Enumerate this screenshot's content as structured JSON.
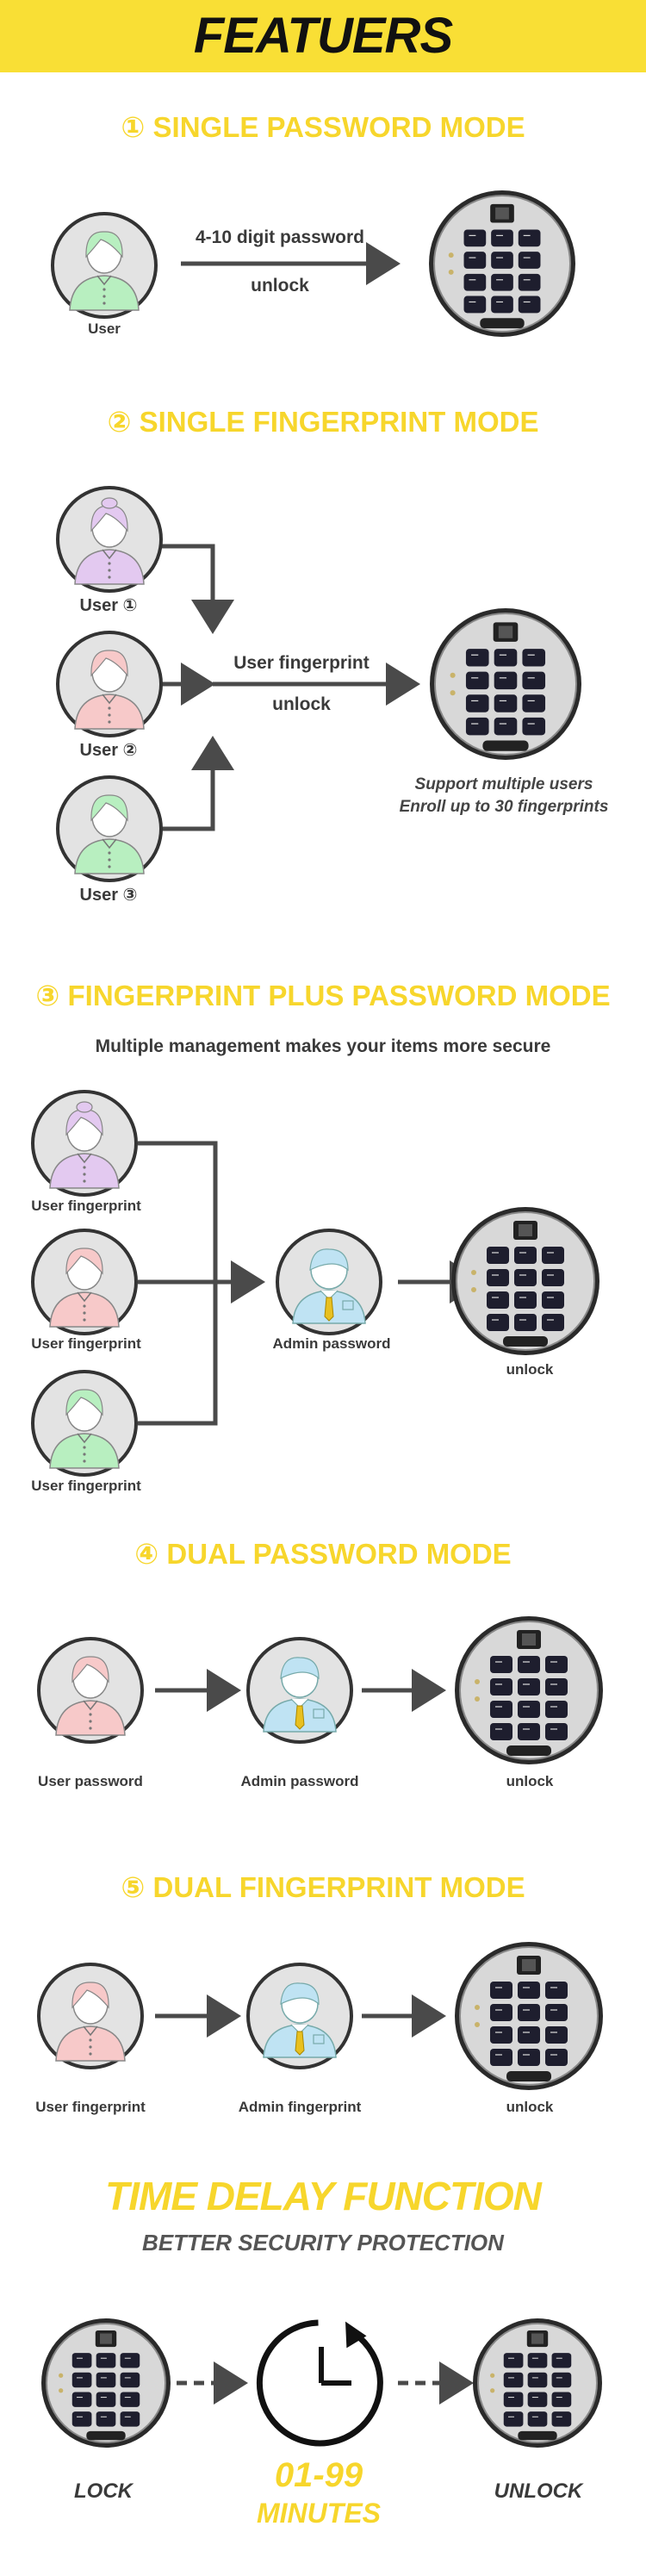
{
  "banner": {
    "title": "FEATUERS",
    "color": "#f9df35"
  },
  "colors": {
    "accent_yellow": "#f7d62c",
    "arrow": "#4a4a4a",
    "text": "#3a3a3a"
  },
  "sections": {
    "s1": {
      "title": "① SINGLE PASSWORD MODE",
      "user_label": "User",
      "arrow_top": "4-10 digit password",
      "arrow_bottom": "unlock"
    },
    "s2": {
      "title": "② SINGLE FINGERPRINT MODE",
      "users": [
        "User ①",
        "User ②",
        "User ③"
      ],
      "arrow_top": "User fingerprint",
      "arrow_bottom": "unlock",
      "note_line1": "Support multiple users",
      "note_line2": "Enroll up to 30 fingerprints"
    },
    "s3": {
      "title": "③ FINGERPRINT PLUS PASSWORD MODE",
      "subtitle": "Multiple management makes your items more secure",
      "users": [
        "User fingerprint",
        "User fingerprint",
        "User fingerprint"
      ],
      "admin_label": "Admin password",
      "lock_label": "unlock"
    },
    "s4": {
      "title": "④ DUAL PASSWORD MODE",
      "user_label": "User password",
      "admin_label": "Admin password",
      "lock_label": "unlock"
    },
    "s5": {
      "title": "⑤ DUAL FINGERPRINT MODE",
      "user_label": "User fingerprint",
      "admin_label": "Admin fingerprint",
      "lock_label": "unlock"
    },
    "time_delay": {
      "title": "TIME DELAY FUNCTION",
      "subtitle": "BETTER SECURITY PROTECTION",
      "lock_label": "LOCK",
      "unlock_label": "UNLOCK",
      "range": "01-99",
      "unit": "MINUTES"
    }
  },
  "icons": {
    "user": "user-avatar-icon",
    "admin": "admin-avatar-icon",
    "keypad_lock": "keypad-lock-icon",
    "clock": "clock-icon",
    "arrow": "arrow-right-icon"
  }
}
